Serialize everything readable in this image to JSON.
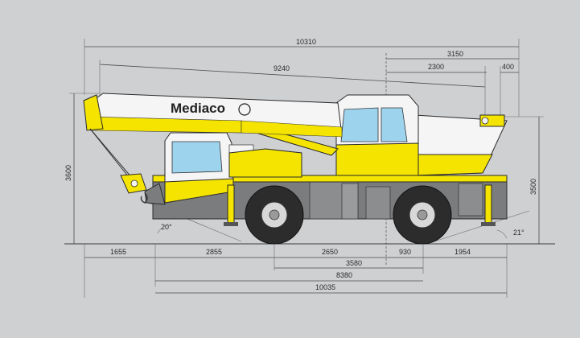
{
  "brand": {
    "logo_text": "Mediaco"
  },
  "colors": {
    "background": "#cfd0d2",
    "crane_yellow": "#f4e400",
    "crane_white": "#f5f5f5",
    "chassis_gray": "#7b7c7e",
    "glass_blue": "#9ed3ee",
    "tire_dark": "#2c2c2c"
  },
  "dimensions": {
    "overall_length": "10310",
    "boom_reach": "9240",
    "rear_overhang": "3150",
    "rear_mid": "2300",
    "rear_end": "400",
    "height_top": "3600",
    "height_cab": "3500",
    "front_overhang": "1655",
    "front_to_axle": "2855",
    "wheelbase_half_a": "2650",
    "wheelbase_half_b": "930",
    "rear_to_end": "1954",
    "axle_to_center": "3580",
    "span_8380": "8380",
    "span_10035": "10035",
    "approach_angle": "20°",
    "departure_angle": "21°"
  }
}
